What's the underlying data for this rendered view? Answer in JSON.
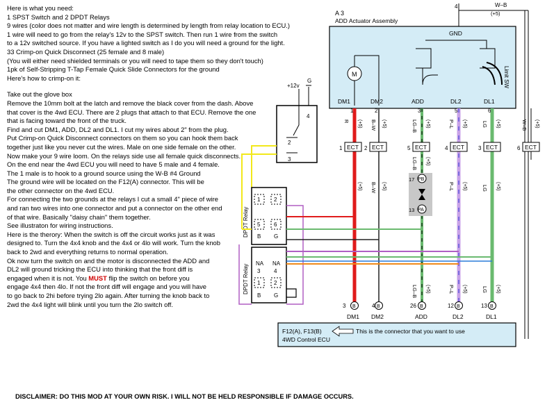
{
  "instructions": {
    "heading": "Here is what you need:",
    "needs": [
      "1 SPST Switch and 2 DPDT Relays",
      "9 wires (color does not matter and wire length is determined by length from relay location to ECU.)",
      "1 wire will need to go from the relay's 12v to the SPST switch.  Then run 1 wire from the switch",
      "to a 12v switched source.  If you have a lighted switch as I do you will need a ground for the light.",
      "33 Crimp-on Quick Disconnect (25 female and 8 male)",
      "(You will either need shielded terminals or you will need to tape them so they don't touch)",
      "1pk of Self-Stripping T-Tap Female Quick Slide Connectors for the ground",
      "Here's how to crimp-on it:"
    ],
    "steps": [
      "Take out the glove box",
      "Remove the 10mm bolt at the latch and remove the black cover from the dash.  Above",
      "that cover is the 4wd ECU.  There are 2 plugs that attach to that ECU.  Remove the one",
      "that is facing toward the front of the truck.",
      "Find and cut DM1, ADD, DL2 and DL1. I cut my wires about 2\" from the plug.",
      "Put Crimp-on Quick Disconnect connectors on them so you can hook them back",
      "together just like you never cut the wires.  Male on one side female on the other.",
      "Now make your 9 wire loom.  On the relays side use all female quick disconnects.",
      "On the end near the 4wd ECU you will need to have 5 male and 4 female.",
      "The 1 male is to hook to a ground source using the W-B #4 Ground",
      "The ground wire will be located on the F12(A) connector.  This will be",
      "the other connector on the 4wd ECU.",
      "For connecting the two grounds at the relays I cut a small 4\" piece of wire",
      "and ran two wires into one connector and put a connector on the other end",
      "of that wire.  Basically \"daisy chain\" them together.",
      "See illustraton for wiring instructions."
    ],
    "theory": [
      "Here is the therory:  When the switch is off the circuit works just as it was",
      "designed to.  Turn the 4x4 knob and the 4x4 or 4lo will work. Turn the knob",
      "back to 2wd and everything returns to normal operation.",
      "Ok now turn the switch on and the motor is disconnected the ADD and",
      "DL2 will ground tricking the ECU into thinking that the front diff is",
      "engaged when it is not.  You "
    ],
    "must": "MUST",
    "theory_after_must": " flip the switch on before you",
    "theory_end": [
      "engage 4x4 then 4lo.  If not the front diff will engage and you will have",
      "to go back to 2hi before trying 2lo again.  After turning the knob back to",
      "2wd the 4x4 light will blink until you turn the 2lo switch off."
    ]
  },
  "disclaimer": "DISCLAIMER:  DO THIS MOD AT YOUR OWN RISK.  I WILL NOT BE HELD RESPONSIBLE IF DAMAGE OCCURS.",
  "diagram": {
    "assembly_code": "A 3",
    "assembly_name": "ADD Actuator Assembly",
    "gnd": "GND",
    "lim_sw": "Limit SW",
    "motor": "M",
    "top_pin": "4",
    "top_wire": "W–B",
    "top_wire_tag": "(+5)",
    "actuator_pins": [
      {
        "num": "1",
        "name": "DM1",
        "color": "R",
        "ect": "1",
        "ecu_pin": "3",
        "ecu_conn": "B",
        "ecu_label": "DM1"
      },
      {
        "num": "2",
        "name": "DM2",
        "color": "B–W",
        "ect": "2",
        "ecu_pin": "4",
        "ecu_conn": "B",
        "ecu_label": "DM2"
      },
      {
        "num": "3",
        "name": "ADD",
        "color": "LG–B",
        "ect": "5",
        "ecu_pin": "26",
        "ecu_conn": "B",
        "ecu_label": "ADD"
      },
      {
        "num": "5",
        "name": "DL2",
        "color": "P–L",
        "ect": "4",
        "ecu_pin": "12",
        "ecu_conn": "B",
        "ecu_label": "DL2"
      },
      {
        "num": "6",
        "name": "DL1",
        "color": "LG",
        "ect": "3",
        "ecu_pin": "13",
        "ecu_conn": "B",
        "ecu_label": "DL1"
      }
    ],
    "wb_ect": "6",
    "wb_color": "W–B",
    "ect_label": "ECT",
    "tag": "(+5)",
    "pb": {
      "pin": "17",
      "label": "PB"
    },
    "pa": {
      "pin": "13",
      "label": "PA"
    },
    "switch": {
      "v12": "+12v",
      "g": "G",
      "pin2": "2",
      "pin3": "3",
      "pin4": "4"
    },
    "relay_label": "DPDT Relay",
    "relay1": {
      "p1": "1",
      "p2": "2",
      "p5": "5",
      "p6": "6",
      "b": "B",
      "g": "G"
    },
    "relay2": {
      "na": "NA",
      "p3": "3",
      "p4": "4",
      "p1": "1",
      "p2": "2",
      "b": "B",
      "g": "G"
    },
    "ecu_conn_label": "F12(A), F13(B)",
    "ecu_name": "4WD Control ECU",
    "ecu_note": "This is the connector that you want to use"
  }
}
